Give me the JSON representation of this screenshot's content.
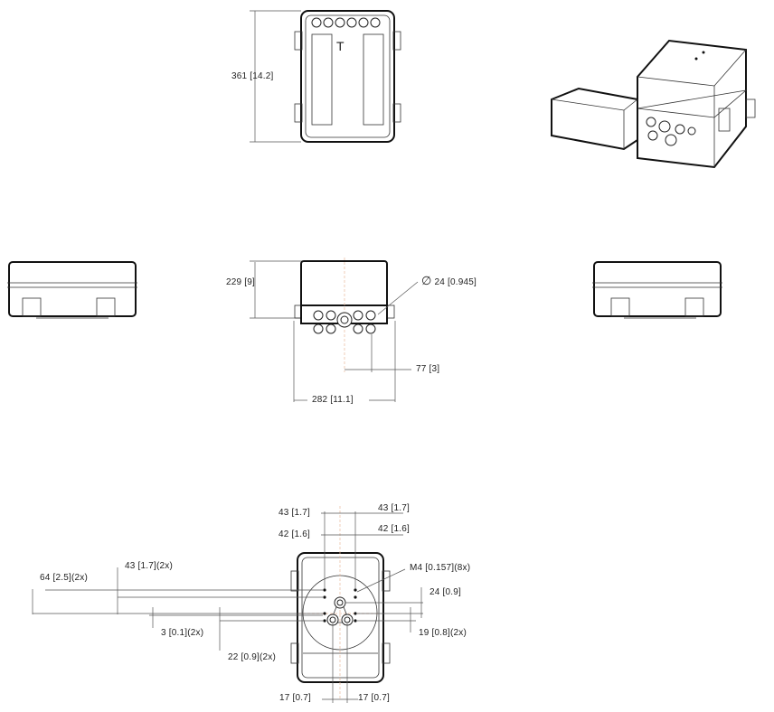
{
  "top_view": {
    "height_dim": "361  [14.2]",
    "mark": "T"
  },
  "front_view": {
    "height_dim": "229  [9]",
    "hole_dia": "24  [0.945]",
    "hole_dia_symbol": "∅",
    "hole_offset": "77  [3]",
    "width_dim": "282  [11.1]"
  },
  "bottom_view": {
    "top_left_43": "43  [1.7]",
    "top_right_43": "43  [1.7]",
    "top_left_42": "42  [1.6]",
    "top_right_42": "42  [1.6]",
    "thread": "M4  [0.157](8x)",
    "left_64": "64  [2.5](2x)",
    "left_43": "43  [1.7](2x)",
    "right_24": "24  [0.9]",
    "left_3": "3  [0.1](2x)",
    "right_19": "19  [0.8](2x)",
    "left_22": "22  [0.9](2x)",
    "bottom_left_17": "17  [0.7]",
    "bottom_right_17": "17  [0.7]"
  }
}
